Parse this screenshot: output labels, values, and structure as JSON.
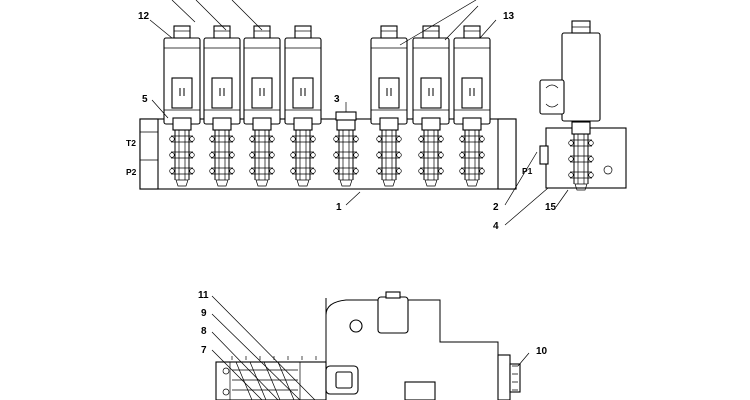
{
  "diagram": {
    "callouts_top": [
      "12",
      "5",
      "3",
      "13",
      "1",
      "2",
      "4",
      "15"
    ],
    "ports": [
      "T2",
      "P2",
      "P1"
    ],
    "callouts_bottom": [
      "11",
      "9",
      "8",
      "7",
      "10"
    ]
  }
}
